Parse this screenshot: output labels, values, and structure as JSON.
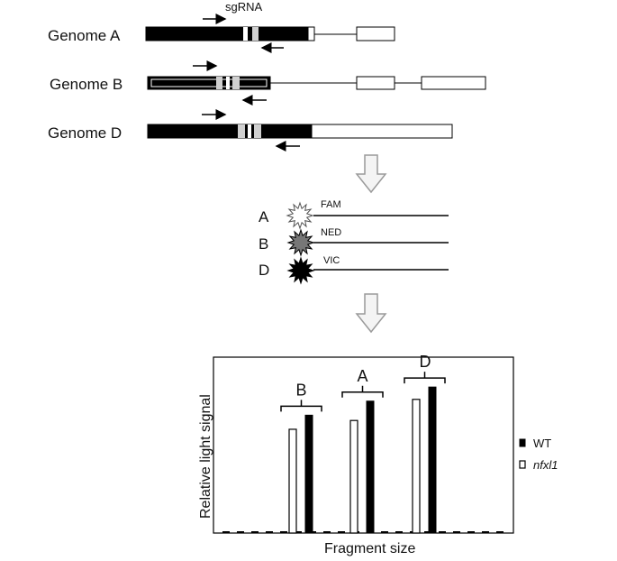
{
  "genomes": [
    {
      "id": "A",
      "label": "Genome  A"
    },
    {
      "id": "B",
      "label": "Genome  B"
    },
    {
      "id": "D",
      "label": "Genome  D"
    }
  ],
  "sgrna_label": "sgRNA",
  "probes": [
    {
      "letter": "A",
      "dye": "FAM",
      "color": "#ffffff"
    },
    {
      "letter": "B",
      "dye": "NED",
      "color": "#777777"
    },
    {
      "letter": "D",
      "dye": "VIC",
      "color": "#000000"
    }
  ],
  "chart_data": {
    "type": "bar",
    "ylabel": "Relative light  signal",
    "xlabel": "Fragment size",
    "groups": [
      {
        "label": "B",
        "nfxl1": 0.59,
        "wt": 0.67
      },
      {
        "label": "A",
        "nfxl1": 0.64,
        "wt": 0.75
      },
      {
        "label": "D",
        "nfxl1": 0.76,
        "wt": 0.83
      }
    ],
    "legend": [
      {
        "name": "WT",
        "fill": "#000000"
      },
      {
        "name": "nfxl1",
        "fill": "#ffffff",
        "italic": true
      }
    ],
    "ylim": [
      0,
      1
    ]
  }
}
